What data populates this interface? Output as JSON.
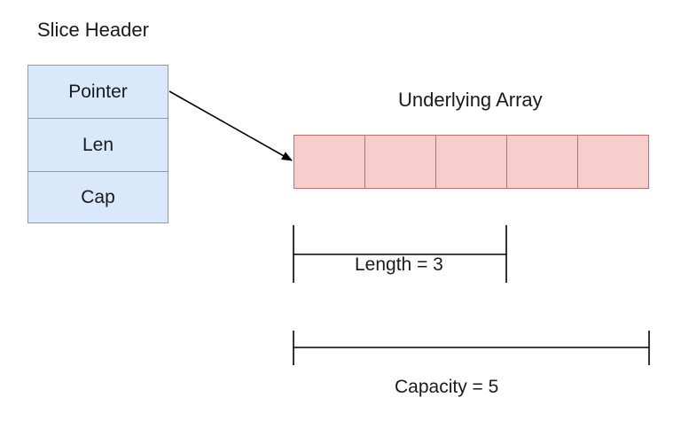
{
  "slice_header": {
    "title": "Slice Header",
    "fields": [
      "Pointer",
      "Len",
      "Cap"
    ]
  },
  "underlying_array": {
    "title": "Underlying Array",
    "cell_count": 5,
    "fill_color": "#f8cecc",
    "stroke_color": "#c96b6b"
  },
  "header_colors": {
    "fill": "#dae8fc",
    "stroke": "#7e9dc4"
  },
  "length_bracket": {
    "label": "Length = 3",
    "cells": 3
  },
  "capacity_bracket": {
    "label": "Capacity = 5",
    "cells": 5
  }
}
